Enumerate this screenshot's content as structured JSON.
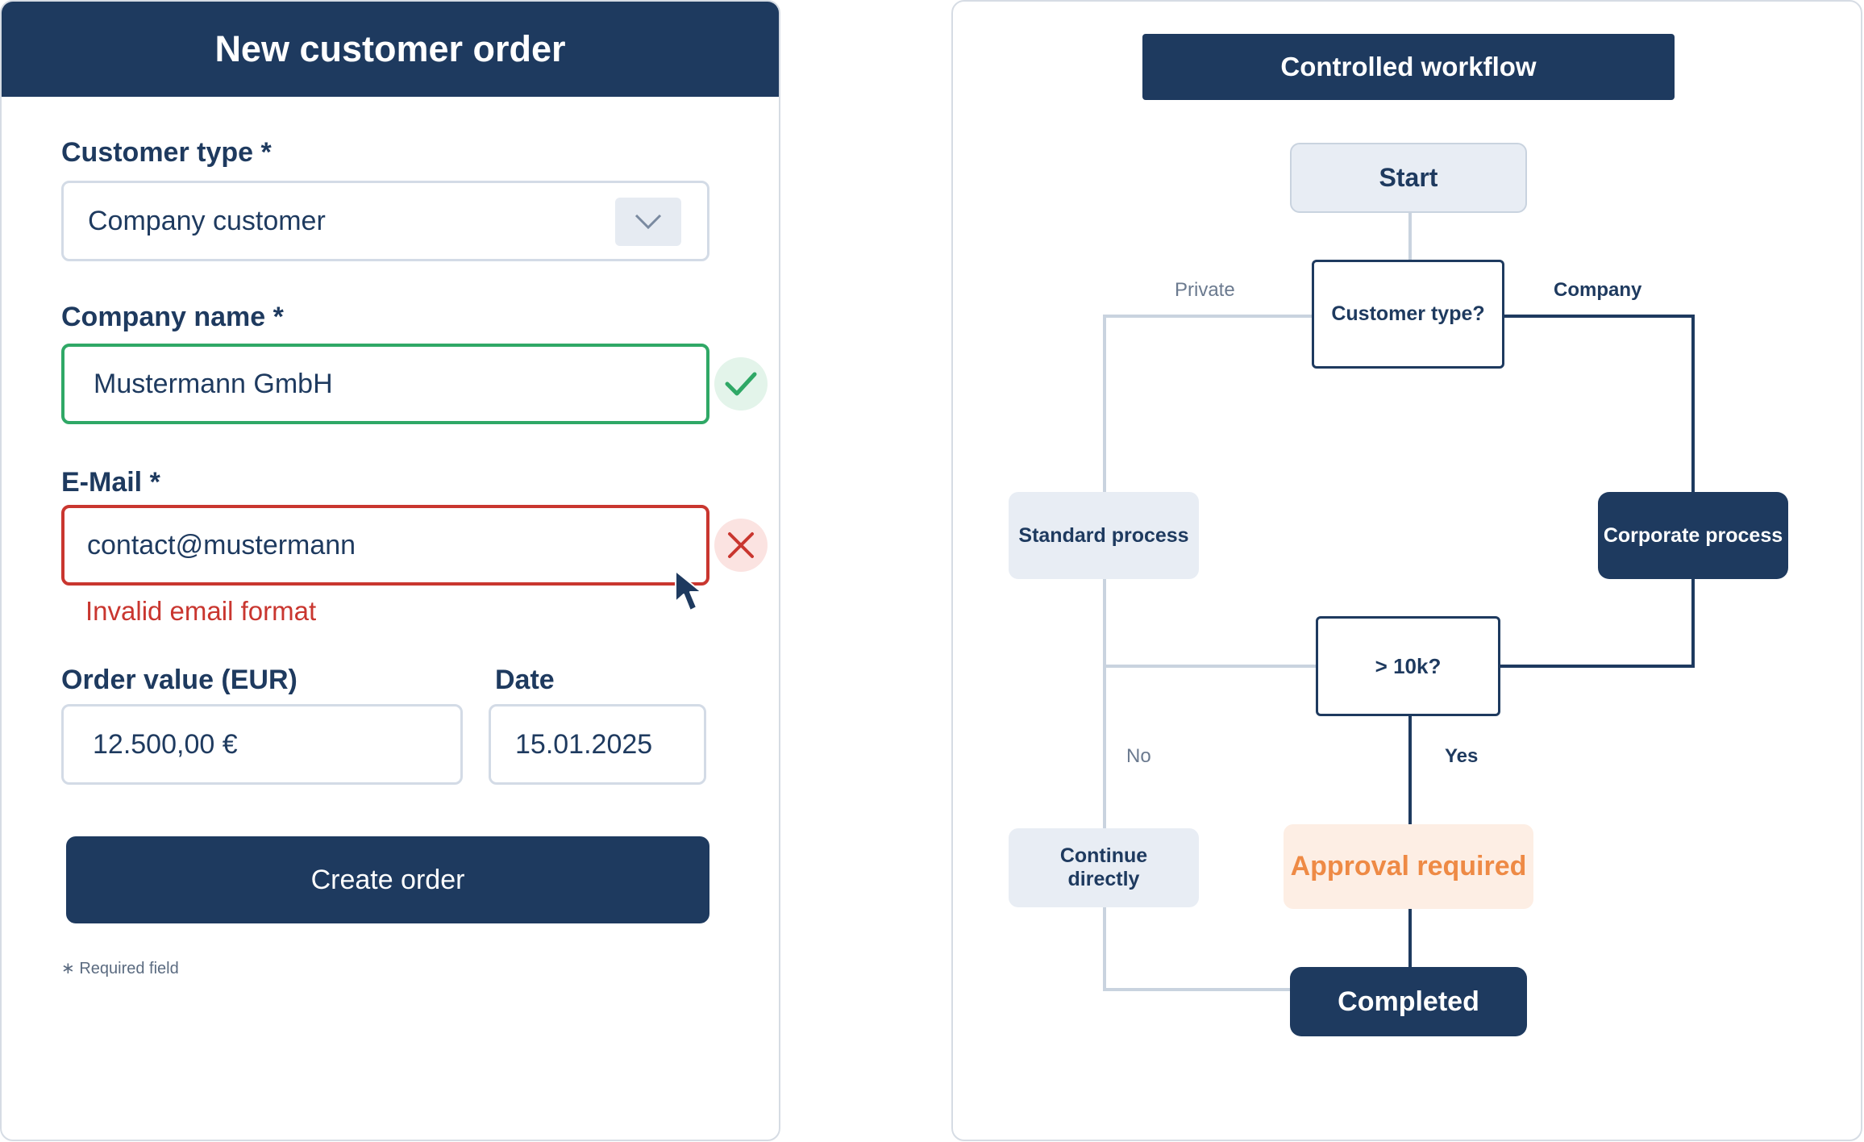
{
  "form": {
    "title": "New customer order",
    "customer_type": {
      "label": "Customer type *",
      "value": "Company customer"
    },
    "company_name": {
      "label": "Company name *",
      "value": "Mustermann GmbH",
      "status": "valid"
    },
    "email": {
      "label": "E-Mail *",
      "value": "contact@mustermann",
      "status": "invalid",
      "error": "Invalid email format"
    },
    "order_value": {
      "label": "Order value (EUR)",
      "value": "12.500,00 €"
    },
    "date": {
      "label": "Date",
      "value": "15.01.2025"
    },
    "submit_label": "Create order",
    "required_note": "∗ Required field"
  },
  "workflow": {
    "title": "Controlled workflow",
    "nodes": {
      "start": "Start",
      "customer_type": "Customer type?",
      "standard": "Standard process",
      "corporate": "Corporate process",
      "threshold": "> 10k?",
      "continue": "Continue directly",
      "approval": "Approval required",
      "completed": "Completed"
    },
    "edge_labels": {
      "private": "Private",
      "company": "Company",
      "no": "No",
      "yes": "Yes"
    },
    "highlighted_path": "Company"
  },
  "colors": {
    "navy": "#1e3a5f",
    "success": "#2fa866",
    "error": "#c9362f",
    "warning": "#ee8a45",
    "muted_line": "#c9d3df"
  },
  "icons": [
    "chevron-down-icon",
    "check-icon",
    "close-icon",
    "cursor-icon"
  ]
}
